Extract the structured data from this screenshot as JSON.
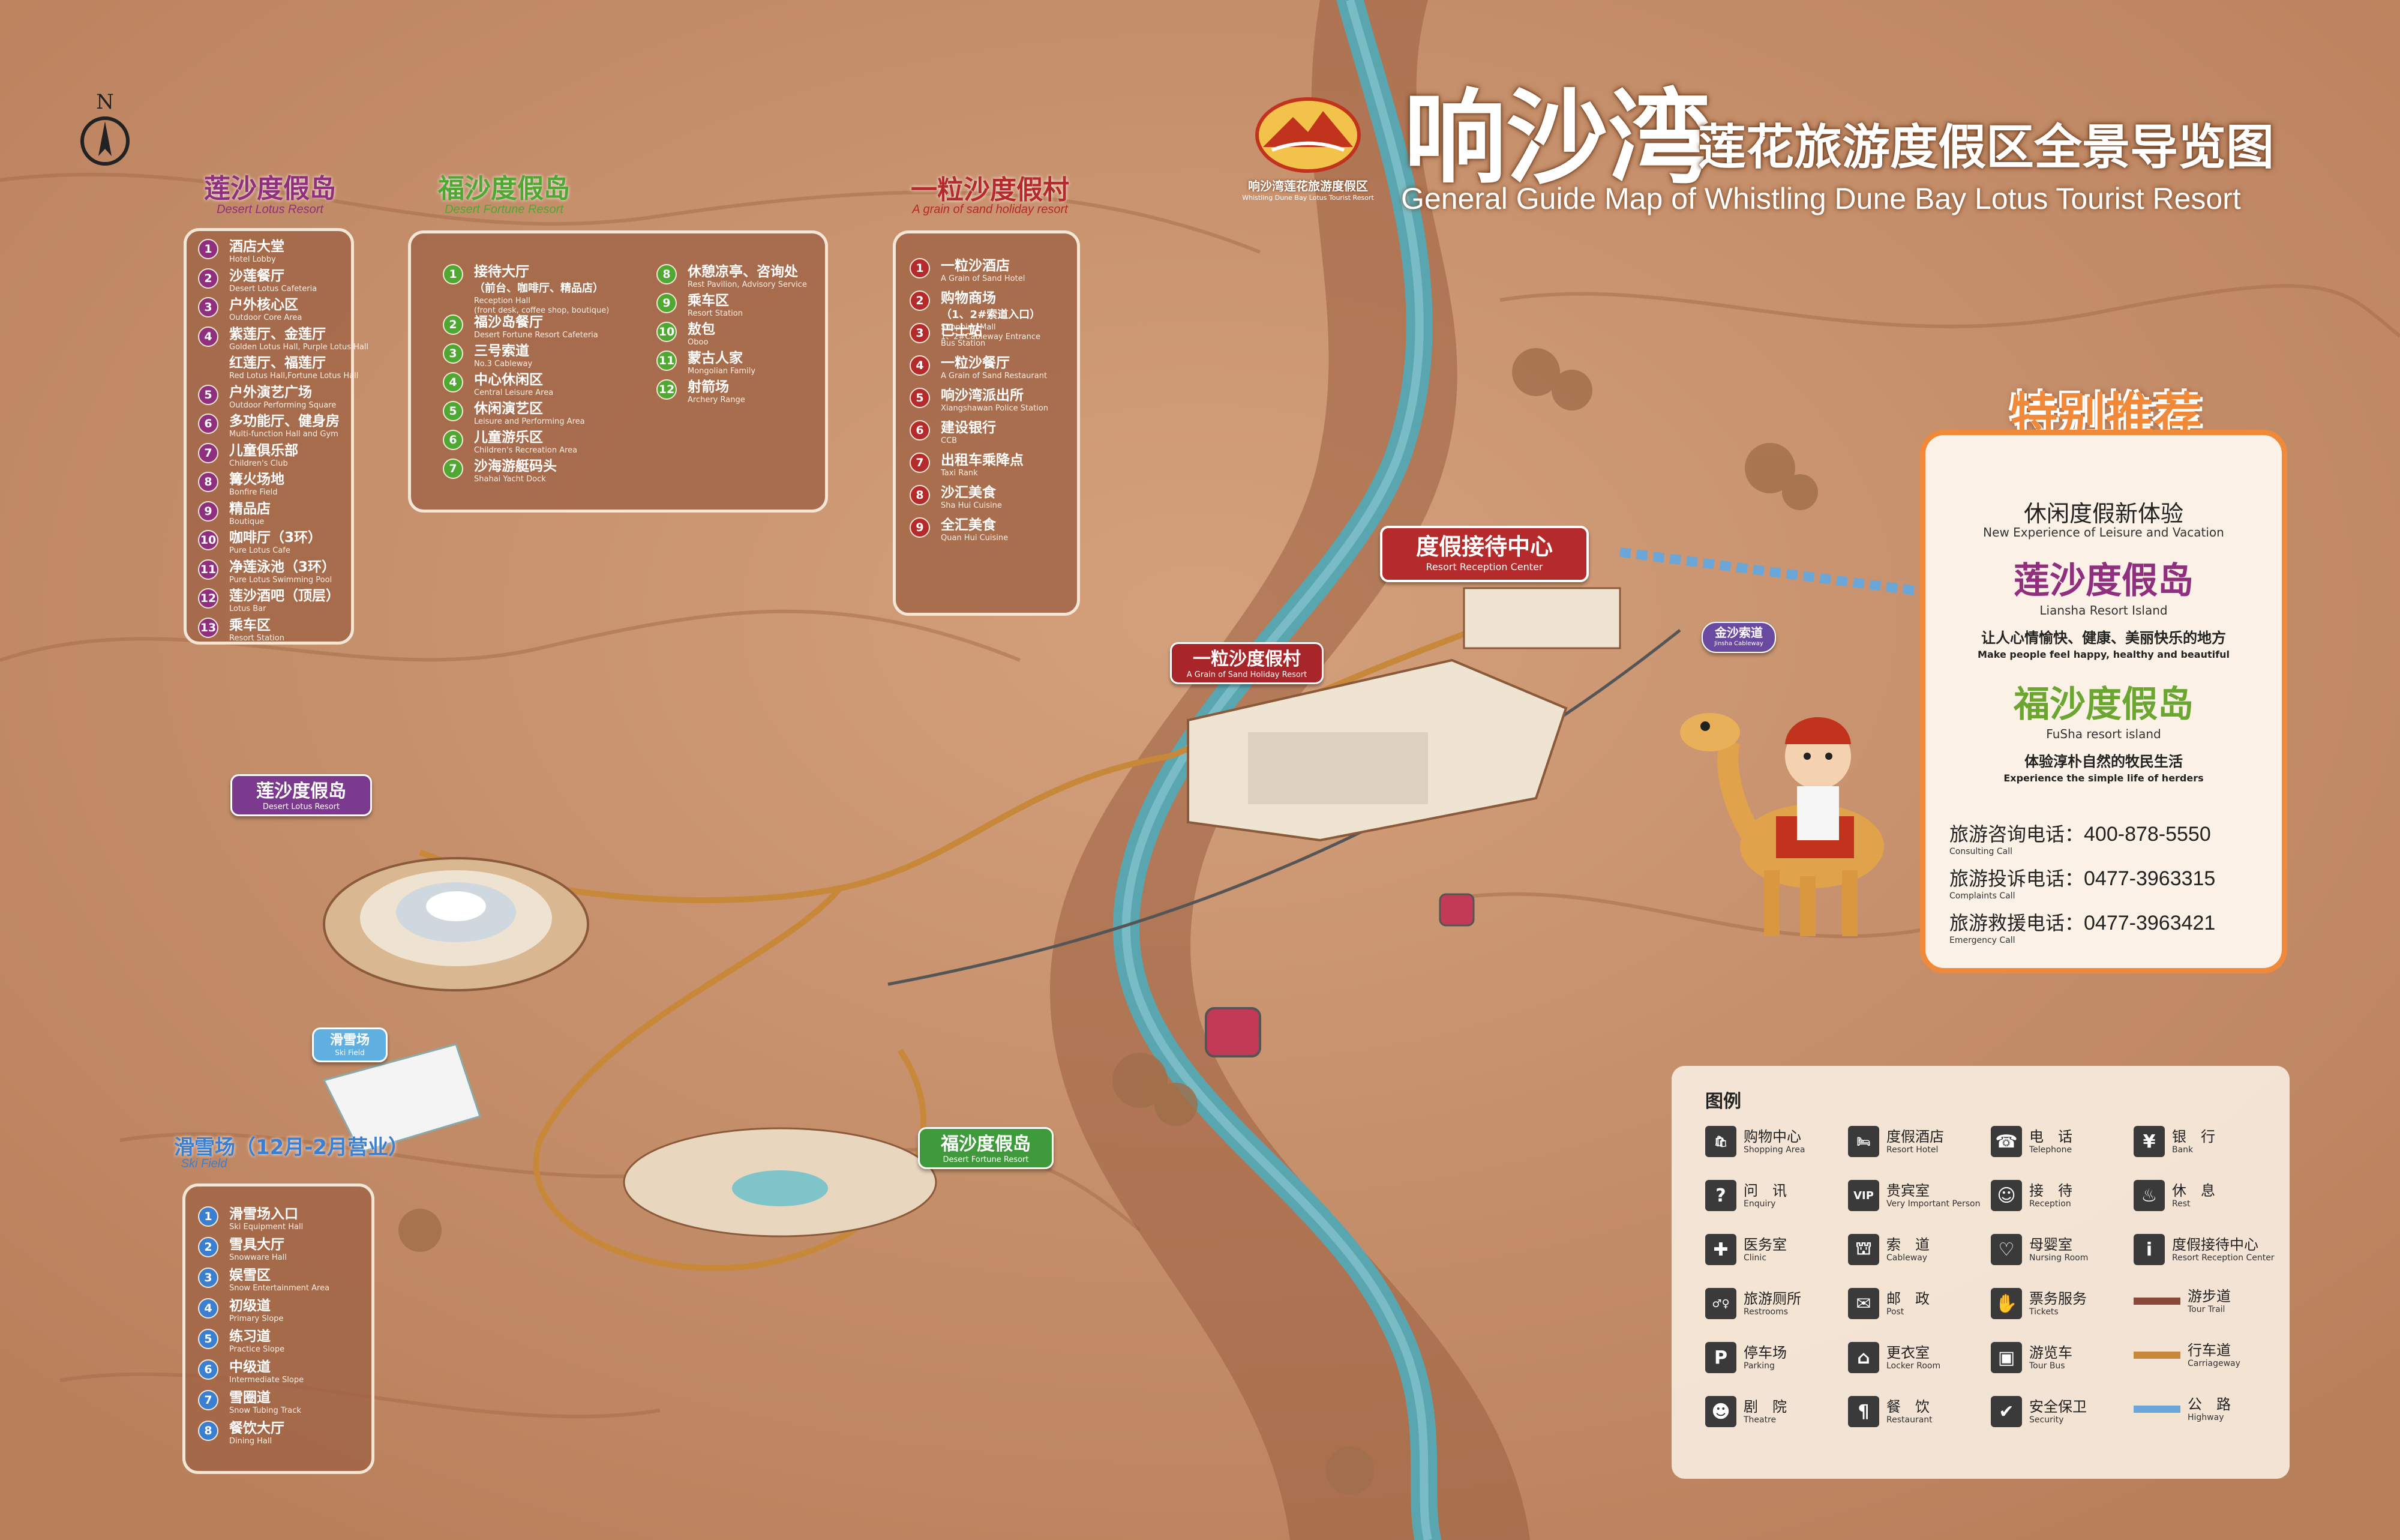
{
  "compass": {
    "label": "N"
  },
  "header": {
    "title_big": "响沙湾",
    "title_cn": "莲花旅游度假区全景导览图",
    "title_en": "General Guide Map of Whistling Dune Bay Lotus Tourist Resort",
    "logo_text_cn": "响沙湾莲花旅游度假区",
    "logo_text_en": "Whistling Dune Bay Lotus Tourist Resort"
  },
  "lotus_panel": {
    "title": "莲沙度假岛",
    "subtitle": "Desert Lotus Resort",
    "items": [
      {
        "n": "1",
        "cn": "酒店大堂",
        "en": "Hotel Lobby"
      },
      {
        "n": "2",
        "cn": "沙莲餐厅",
        "en": "Desert Lotus Cafeteria"
      },
      {
        "n": "3",
        "cn": "户外核心区",
        "en": "Outdoor Core Area"
      },
      {
        "n": "4",
        "cn": "紫莲厅、金莲厅",
        "en": "Golden Lotus Hall, Purple Lotus Hall"
      },
      {
        "n": "",
        "cn": "红莲厅、福莲厅",
        "en": "Red Lotus Hall,Fortune Lotus Hall"
      },
      {
        "n": "5",
        "cn": "户外演艺广场",
        "en": "Outdoor Performing Square"
      },
      {
        "n": "6",
        "cn": "多功能厅、健身房",
        "en": "Multi-function Hall and Gym"
      },
      {
        "n": "7",
        "cn": "儿童俱乐部",
        "en": "Children's Club"
      },
      {
        "n": "8",
        "cn": "篝火场地",
        "en": "Bonfire Field"
      },
      {
        "n": "9",
        "cn": "精品店",
        "en": "Boutique"
      },
      {
        "n": "10",
        "cn": "咖啡厅（3环）",
        "en": "Pure Lotus Cafe"
      },
      {
        "n": "11",
        "cn": "净莲泳池（3环）",
        "en": "Pure Lotus Swimming Pool"
      },
      {
        "n": "12",
        "cn": "莲沙酒吧（顶层）",
        "en": "Lotus Bar"
      },
      {
        "n": "13",
        "cn": "乘车区",
        "en": "Resort Station"
      }
    ]
  },
  "fortune_panel": {
    "title": "福沙度假岛",
    "subtitle": "Desert Fortune Resort",
    "items": [
      {
        "n": "1",
        "cn": "接待大厅",
        "cn2": "（前台、咖啡厅、精品店）",
        "en": "Reception Hall",
        "en2": "(front desk, coffee shop, boutique)"
      },
      {
        "n": "2",
        "cn": "福沙岛餐厅",
        "en": "Desert Fortune Resort Cafeteria"
      },
      {
        "n": "3",
        "cn": "三号索道",
        "en": "No.3 Cableway"
      },
      {
        "n": "4",
        "cn": "中心休闲区",
        "en": "Central Leisure Area"
      },
      {
        "n": "5",
        "cn": "休闲演艺区",
        "en": "Leisure and Performing Area"
      },
      {
        "n": "6",
        "cn": "儿童游乐区",
        "en": "Children's Recreation Area"
      },
      {
        "n": "7",
        "cn": "沙海游艇码头",
        "en": "Shahai Yacht Dock"
      },
      {
        "n": "8",
        "cn": "休憩凉亭、咨询处",
        "en": "Rest Pavilion,  Advisory Service"
      },
      {
        "n": "9",
        "cn": "乘车区",
        "en": "Resort Station"
      },
      {
        "n": "10",
        "cn": "敖包",
        "en": "Oboo"
      },
      {
        "n": "11",
        "cn": "蒙古人家",
        "en": "Mongolian Family"
      },
      {
        "n": "12",
        "cn": "射箭场",
        "en": "Archery Range"
      }
    ]
  },
  "grain_panel": {
    "title": "一粒沙度假村",
    "subtitle": "A grain of sand holiday resort",
    "items": [
      {
        "n": "1",
        "cn": "一粒沙酒店",
        "en": "A Grain of Sand Hotel"
      },
      {
        "n": "2",
        "cn": "购物商场",
        "cn2": "（1、2#索道入口）",
        "en": "Shopping Mall",
        "en2": "1、2#Cableway Entrance"
      },
      {
        "n": "3",
        "cn": "巴士站",
        "en": "Bus Station"
      },
      {
        "n": "4",
        "cn": "一粒沙餐厅",
        "en": "A Grain of Sand Restaurant"
      },
      {
        "n": "5",
        "cn": "响沙湾派出所",
        "en": "Xiangshawan Police Station"
      },
      {
        "n": "6",
        "cn": "建设银行",
        "en": "CCB"
      },
      {
        "n": "7",
        "cn": "出租车乘降点",
        "en": "Taxi Rank"
      },
      {
        "n": "8",
        "cn": "沙汇美食",
        "en": "Sha Hui  Cuisine"
      },
      {
        "n": "9",
        "cn": "全汇美食",
        "en": "Quan Hui  Cuisine"
      }
    ]
  },
  "ski_panel": {
    "title": "滑雪场（12月-2月营业）",
    "subtitle": "Ski Field",
    "items": [
      {
        "n": "1",
        "cn": "滑雪场入口",
        "en": "Ski Equipment Hall"
      },
      {
        "n": "2",
        "cn": "雪具大厅",
        "en": "Snowware Hall"
      },
      {
        "n": "3",
        "cn": "娱雪区",
        "en": "Snow Entertainment Area"
      },
      {
        "n": "4",
        "cn": "初级道",
        "en": "Primary Slope"
      },
      {
        "n": "5",
        "cn": "练习道",
        "en": "Practice Slope"
      },
      {
        "n": "6",
        "cn": "中级道",
        "en": "Intermediate Slope"
      },
      {
        "n": "7",
        "cn": "雪圈道",
        "en": "Snow Tubing Track"
      },
      {
        "n": "8",
        "cn": "餐饮大厅",
        "en": "Dining Hall"
      }
    ]
  },
  "map_labels": {
    "reception": {
      "cn": "度假接待中心",
      "en": "Resort Reception Center"
    },
    "grain": {
      "cn": "一粒沙度假村",
      "en": "A Grain of Sand Holiday Resort"
    },
    "lotus": {
      "cn": "莲沙度假岛",
      "en": "Desert Lotus Resort"
    },
    "fortune": {
      "cn": "福沙度假岛",
      "en": "Desert Fortune Resort"
    },
    "ski": {
      "cn": "滑雪场",
      "en": "Ski Field"
    },
    "cableway": {
      "cn": "金沙索道",
      "en": "Jinsha Cableway"
    }
  },
  "recommend": {
    "badge": "特别推荐",
    "line1_cn": "休闲度假新体验",
    "line1_en": "New Experience of Leisure and Vacation",
    "island1_cn": "莲沙度假岛",
    "island1_en": "Liansha Resort Island",
    "island1_desc_cn": "让人心情愉快、健康、美丽快乐的地方",
    "island1_desc_en": "Make people feel happy, healthy and beautiful",
    "island2_cn": "福沙度假岛",
    "island2_en": "FuSha resort island",
    "island2_desc_cn": "体验淳朴自然的牧民生活",
    "island2_desc_en": "Experience the simple life of herders",
    "phones": [
      {
        "label": "旅游咨询电话：",
        "number": "400-878-5550",
        "en": "Consulting Call"
      },
      {
        "label": "旅游投诉电话：",
        "number": "0477-3963315",
        "en": "Complaints Call"
      },
      {
        "label": "旅游救援电话：",
        "number": "0477-3963421",
        "en": "Emergency Call"
      }
    ]
  },
  "legend": {
    "title": "图例",
    "items": [
      {
        "icon": "shopping-icon",
        "glyph": "🛍",
        "cn": "购物中心",
        "en": "Shopping Area"
      },
      {
        "icon": "hotel-icon",
        "glyph": "🛏",
        "cn": "度假酒店",
        "en": "Resort Hotel"
      },
      {
        "icon": "telephone-icon",
        "glyph": "☎",
        "cn": "电　话",
        "en": "Telephone"
      },
      {
        "icon": "bank-icon",
        "glyph": "¥",
        "cn": "银　行",
        "en": "Bank"
      },
      {
        "icon": "enquiry-icon",
        "glyph": "?",
        "cn": "问　讯",
        "en": "Enquiry"
      },
      {
        "icon": "vip-icon",
        "glyph": "VIP",
        "cn": "贵宾室",
        "en": "Very Important Person"
      },
      {
        "icon": "reception-icon",
        "glyph": "☺",
        "cn": "接　待",
        "en": "Reception"
      },
      {
        "icon": "rest-icon",
        "glyph": "♨",
        "cn": "休　息",
        "en": "Rest"
      },
      {
        "icon": "clinic-icon",
        "glyph": "✚",
        "cn": "医务室",
        "en": "Clinic"
      },
      {
        "icon": "cableway-icon",
        "glyph": "⛫",
        "cn": "索　道",
        "en": "Cableway"
      },
      {
        "icon": "nursing-icon",
        "glyph": "♡",
        "cn": "母婴室",
        "en": "Nursing Room"
      },
      {
        "icon": "resort-reception-icon",
        "glyph": "i",
        "cn": "度假接待中心",
        "en": "Resort Reception Center"
      },
      {
        "icon": "restroom-icon",
        "glyph": "♂♀",
        "cn": "旅游厕所",
        "en": "Restrooms"
      },
      {
        "icon": "post-icon",
        "glyph": "✉",
        "cn": "邮　政",
        "en": "Post"
      },
      {
        "icon": "tickets-icon",
        "glyph": "✋",
        "cn": "票务服务",
        "en": "Tickets"
      },
      {
        "icon": "tour-trail-line",
        "color": "#8a4a3a",
        "cn": "游步道",
        "en": "Tour Trail"
      },
      {
        "icon": "parking-icon",
        "glyph": "P",
        "cn": "停车场",
        "en": "Parking"
      },
      {
        "icon": "locker-icon",
        "glyph": "⌂",
        "cn": "更衣室",
        "en": "Locker Room"
      },
      {
        "icon": "bus-icon",
        "glyph": "▣",
        "cn": "游览车",
        "en": "Tour Bus"
      },
      {
        "icon": "carriageway-line",
        "color": "#c8883a",
        "cn": "行车道",
        "en": "Carriageway"
      },
      {
        "icon": "theatre-icon",
        "glyph": "☻",
        "cn": "剧　院",
        "en": "Theatre"
      },
      {
        "icon": "restaurant-icon",
        "glyph": "¶",
        "cn": "餐　饮",
        "en": "Restaurant"
      },
      {
        "icon": "security-icon",
        "glyph": "✔",
        "cn": "安全保卫",
        "en": "Security"
      },
      {
        "icon": "highway-line",
        "color": "#6aa7d8",
        "cn": "公　路",
        "en": "Highway"
      }
    ]
  },
  "colors": {
    "sand": "#c88f68",
    "river": "#5aa6b0",
    "lotus_purple": "#7b3a8e",
    "fortune_green": "#3e9a3a",
    "grain_red": "#a8262a",
    "ski_blue": "#3a7fd0",
    "accent_orange": "#f08a3a"
  }
}
